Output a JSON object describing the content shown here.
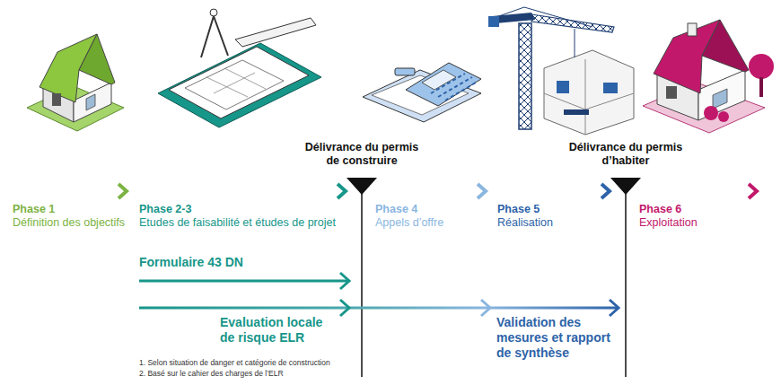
{
  "diagram": {
    "labels": [
      "Délivrance du permis de construire",
      "Délivrance du permis d’habiter",
      "Phase 1",
      "Définition des objectifs",
      "Phase 2-3",
      "Etudes de faisabilité et études de projet",
      "Phase 4",
      "Appels d’offre",
      "Phase 5",
      "Réalisation",
      "Phase 6",
      "Exploitation",
      "Formulaire 43 DN",
      "Evaluation locale de risque ELR",
      "Validation des mesures et rapport de synthèse",
      "1. Selon situation de danger et catégorie de construction",
      "2. Basé sur le cahier des charges de l’ELR"
    ]
  }
}
